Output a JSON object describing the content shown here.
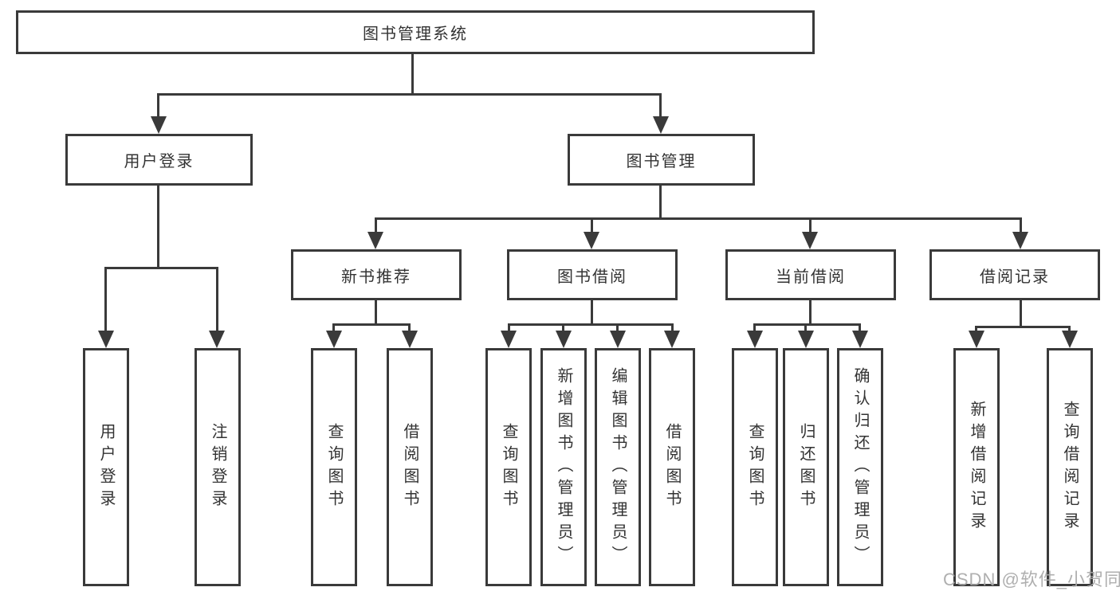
{
  "diagram": {
    "type": "hierarchy-tree",
    "root": {
      "label": "图书管理系统"
    },
    "level2": [
      {
        "label": "用户登录"
      },
      {
        "label": "图书管理"
      }
    ],
    "level3": [
      {
        "label": "新书推荐",
        "parent": "图书管理"
      },
      {
        "label": "图书借阅",
        "parent": "图书管理"
      },
      {
        "label": "当前借阅",
        "parent": "图书管理"
      },
      {
        "label": "借阅记录",
        "parent": "图书管理"
      }
    ],
    "leaves": [
      {
        "label": "用户登录",
        "parent": "用户登录"
      },
      {
        "label": "注销登录",
        "parent": "用户登录"
      },
      {
        "label": "查询图书",
        "parent": "新书推荐"
      },
      {
        "label": "借阅图书",
        "parent": "新书推荐"
      },
      {
        "label": "查询图书",
        "parent": "图书借阅"
      },
      {
        "label": "新增图书（管理员）",
        "parent": "图书借阅"
      },
      {
        "label": "编辑图书（管理员）",
        "parent": "图书借阅"
      },
      {
        "label": "借阅图书",
        "parent": "图书借阅"
      },
      {
        "label": "查询图书",
        "parent": "当前借阅"
      },
      {
        "label": "归还图书",
        "parent": "当前借阅"
      },
      {
        "label": "确认归还（管理员）",
        "parent": "当前借阅"
      },
      {
        "label": "新增借阅记录",
        "parent": "借阅记录"
      },
      {
        "label": "查询借阅记录",
        "parent": "借阅记录"
      }
    ]
  },
  "watermark": "CSDN @软件_小贺同学",
  "colors": {
    "line": "#3a3a3a",
    "text": "#333333",
    "background": "#ffffff",
    "watermark": "#a8a8a8"
  }
}
